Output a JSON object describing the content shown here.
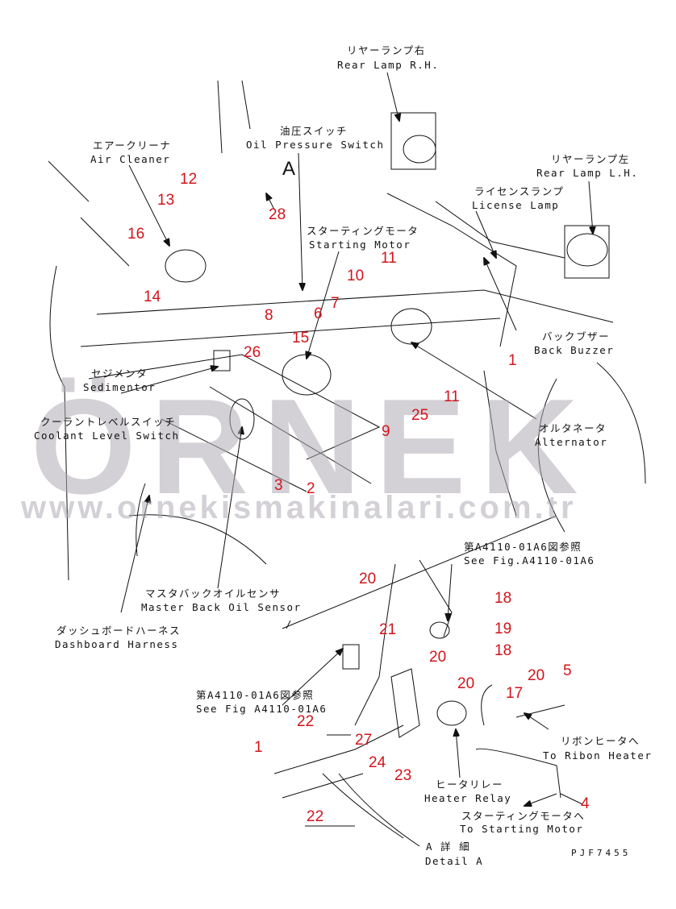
{
  "labels": {
    "rear_lamp_rh_jp": "リヤーランプ右",
    "rear_lamp_rh": "Rear Lamp R.H.",
    "oil_pressure_jp": "油圧スイッチ",
    "oil_pressure": "Oil Pressure Switch",
    "air_cleaner_jp": "エアークリーナ",
    "air_cleaner": "Air Cleaner",
    "view_a": "A",
    "rear_lamp_lh_jp": "リヤーランプ左",
    "rear_lamp_lh": "Rear Lamp L.H.",
    "license_lamp_jp": "ライセンスランプ",
    "license_lamp": "License Lamp",
    "starting_motor_jp": "スターティングモータ",
    "starting_motor": "Starting Motor",
    "back_buzzer_jp": "バックブザー",
    "back_buzzer": "Back Buzzer",
    "sedimentor_jp": "セジメンタ",
    "sedimentor": "Sedimentor",
    "coolant_jp": "クーラントレベルスイッチ",
    "coolant": "Coolant Level Switch",
    "alternator_jp": "オルタネータ",
    "alternator": "Alternator",
    "see_fig1_jp": "第A4110-01A6図参照",
    "see_fig1": "See Fig.A4110-01A6",
    "master_back_jp": "マスタバックオイルセンサ",
    "master_back": "Master Back Oil Sensor",
    "dashboard_jp": "ダッシュボードハーネス",
    "dashboard": "Dashboard Harness",
    "see_fig2_jp": "第A4110-01A6図参照",
    "see_fig2": "See Fig A4110-01A6",
    "ribbon_jp": "リボンヒータへ",
    "ribbon": "To Ribon Heater",
    "heater_relay_jp": "ヒータリレー",
    "heater_relay": "Heater Relay",
    "to_start_jp": "スターティングモータへ",
    "to_start": "To Starting Motor",
    "detail_jp": "A 詳 細",
    "detail": "Detail A",
    "drawing_no": "PJF7455"
  },
  "part_numbers": [
    "12",
    "13",
    "16",
    "28",
    "11",
    "10",
    "14",
    "8",
    "6",
    "7",
    "15",
    "26",
    "1",
    "11",
    "25",
    "9",
    "3",
    "2",
    "20",
    "18",
    "21",
    "19",
    "18",
    "20",
    "20",
    "5",
    "20",
    "17",
    "22",
    "27",
    "1",
    "24",
    "23",
    "4",
    "22"
  ],
  "watermark": {
    "brand": "ÖRNEK",
    "url": "www.ornekismakinalari.com.tr"
  },
  "colors": {
    "part_number": "#d2141c",
    "line": "#111111",
    "watermark": "#b0aab4"
  }
}
